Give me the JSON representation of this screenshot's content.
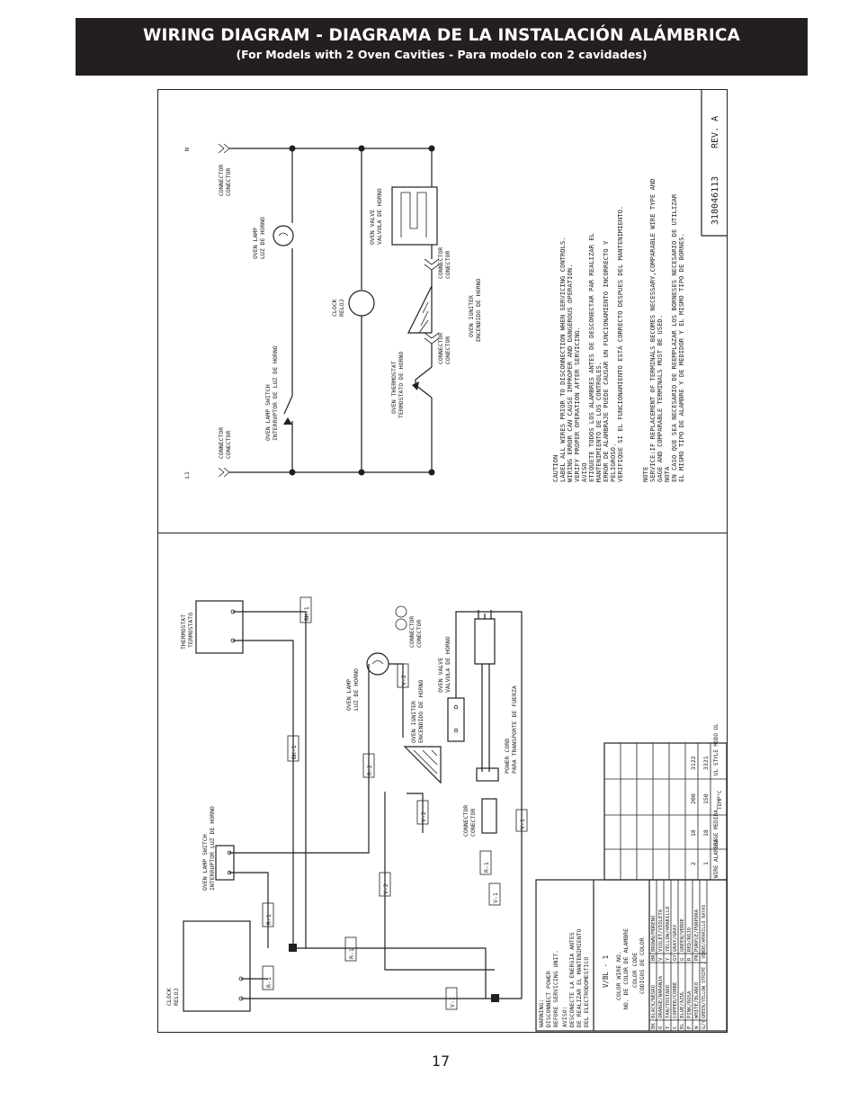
{
  "header": {
    "title": "WIRING DIAGRAM - DIAGRAMA DE LA INSTALACIÓN ALÁMBRICA",
    "subtitle": "(For Models with 2 Oven Cavities - Para modelo con 2 cavidades)"
  },
  "page_number": "17",
  "schematic": {
    "terminal_l1": "L1",
    "terminal_n": "N",
    "connector_label": "CONNECTOR",
    "connector_label_es": "CONECTOR",
    "oven_lamp_switch": "OVEN LAMP SWITCH",
    "oven_lamp_switch_es": "INTERRUPTOR DE LUZ DE HORNO",
    "oven_lamp": "OVEN LAMP",
    "oven_lamp_es": "LUZ DE HORNO",
    "clock": "CLOCK",
    "clock_es": "RELOJ",
    "oven_thermostat": "OVEN THERMOSTAT",
    "oven_thermostat_es": "TERMOSTATO DE HORNO",
    "oven_igniter": "OVEN IGNITER",
    "oven_igniter_es": "ENCENDIDO DE HORNO",
    "oven_valve": "OVEN VALVE",
    "oven_valve_es": "VALVULA DE HORNO",
    "part_number": "318046113",
    "revision": "REV. A"
  },
  "notes": {
    "caution_lines": [
      "CAUTION",
      "LABEL ALL WIRES PRIOR TO DISCONNECTION WHEN SERVICING CONTROLS.",
      "WIRING ERROR CAN CAUSE IMPROPER AND DANGEROUS OPERATION.",
      "VERIFY PROPER OPERATION AFTER SERVICING.",
      "AVISO",
      "ETIQUETE TODOS LOS ALAMBRES ANTES DE DESCONECTAR PAR REALIZAR EL",
      "MANTENIMIENTO DE LOS CONTROLES.",
      "ERROR DE ALAMBRAJE PUEDE CAUSAR UN FUNCIONAMIENTO INCORRECTO Y",
      "PELIGROSO.",
      "VERIFIQUE SI EL FUNCIONAMIENTO ESTÁ CORRECTO DESPUES DEL MANTENIMIENTO."
    ],
    "note_lines": [
      "NOTE",
      "SERVICE:IF REPLACEMENT OF TERMINALS BECOMES NECESSARY,COMPARABLE WIRE TYPE AND",
      "GAGE AND COMPARABLE TERMINALS MUST BE USED.",
      "NOTA",
      "EN CASO QUE SEA NECESARIO DE REEMPLAZAR LOS BORNESES NECESARIO DE UTILIZAR",
      "EL MISMO TIPO DE ALAMBRE Y DE MEDIDOR Y EL MISMO TIPO DE BORNES."
    ]
  },
  "pictorial": {
    "thermostat": "THERMOSTAT",
    "thermostat_es": "TERMOSTATO",
    "oven_lamp_switch": "OVEN LAMP SWITCH",
    "oven_lamp_switch_es": "INTERRUPTOR LUZ DE HORNO",
    "clock": "CLOCK",
    "clock_es": "RELOJ",
    "oven_lamp": "OVEN LAMP",
    "oven_lamp_es": "LUZ DE HORNO",
    "connector": "CONNECTOR",
    "connector_es": "CONECTOR",
    "oven_igniter": "OVEN IGNITER",
    "oven_igniter_es": "ENCENDIDO DE HORNO",
    "oven_valve": "OVEN VALVE",
    "oven_valve_es": "VALVULA DE HORNO",
    "power_cord": "POWER CORD",
    "power_cord_es": "PARA TRANSPORTE DE FUERZA",
    "wire_tags": [
      "BK-1",
      "BK-1",
      "R-2",
      "V-2",
      "V-2",
      "V-2",
      "R-1",
      "R-1",
      "R-1",
      "R-1",
      "V-1",
      "V-1",
      "V-1"
    ]
  },
  "legend": {
    "warning_lines": [
      "WARNING:",
      "DISCONNECT POWER",
      "BEFORE SERVICING UNIT.",
      "AVISO:",
      "DESCONECTE LA ENERGIA ANTES",
      "DE REALIZAR EL MANTENIMIENTO",
      "DEL ELECTRODOMESTICO"
    ],
    "wire_example": "V/BL - 1",
    "color_wire_no": "COLOR WIRE NO.",
    "color_wire_no_es": "NO. DE COLOR DE ALAMBRE",
    "color_code": "COLOR CODE",
    "color_code_es": "CODIGOS DE COLOR",
    "colors": [
      {
        "code": "BK",
        "name": "BLACK/NEGRO",
        "code2": "BR",
        "name2": "BROWN/MORENO"
      },
      {
        "code": "O",
        "name": "ORANGE/NARANJA",
        "code2": "V",
        "name2": "VIOLET/VIOLETA"
      },
      {
        "code": "T",
        "name": "TAN/TOSTADO",
        "code2": "Y",
        "name2": "YELLOW/AMARILLO"
      },
      {
        "code": "C",
        "name": "COPPER/COBRE",
        "code2": "GY",
        "name2": "GRAY/GRAY"
      },
      {
        "code": "BL",
        "name": "BLUE/AZUL",
        "code2": "G",
        "name2": "GREEN/VERDE"
      },
      {
        "code": "P",
        "name": "PINK/ROSA",
        "code2": "R",
        "name2": "RED/ROJO"
      },
      {
        "code": "W",
        "name": "WHITE/BLANCO",
        "code2": "PR",
        "name2": "PURPLE/PURPURA"
      },
      {
        "code": "G/Y",
        "name": "GREEN/YELLOW STRIPE / VERDE/AMARILLO RAYAS",
        "code2": "",
        "name2": ""
      }
    ],
    "spec_headers": [
      "WIRE ALAMBRE",
      "GAGE MEDIDA",
      "TEMP°C",
      "UL STYLE MODO UL"
    ],
    "spec_rows": [
      [
        "2",
        "18",
        "200",
        "3122"
      ],
      [
        "1",
        "18",
        "150",
        "3321"
      ]
    ]
  }
}
